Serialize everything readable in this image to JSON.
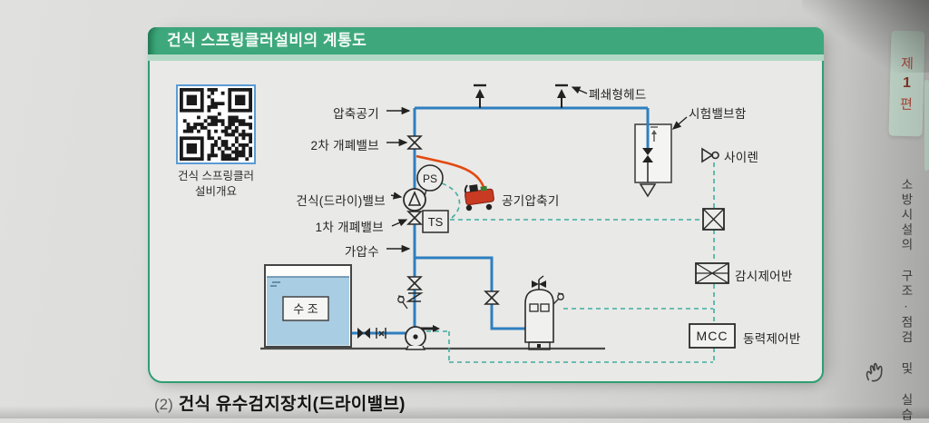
{
  "header": {
    "title": "건식 스프링클러설비의 계통도"
  },
  "qr": {
    "caption_line1": "건식 스프링클러",
    "caption_line2": "설비개요"
  },
  "diagram": {
    "labels": {
      "compressed_air": "압축공기",
      "secondary_valve": "2차 개폐밸브",
      "dry_valve": "건식(드라이)밸브",
      "primary_valve": "1차 개폐밸브",
      "pressurized_water": "가압수",
      "closed_head": "폐쇄형헤드",
      "test_valve_box": "시험밸브함",
      "siren": "사이렌",
      "air_compressor": "공기압축기",
      "monitor_panel": "감시제어반",
      "power_panel": "동력제어반"
    },
    "tags": {
      "ps": "PS",
      "ts": "TS",
      "mcc": "MCC",
      "water_tank": "수 조"
    },
    "colors": {
      "pipe_water": "#2e7fbf",
      "signal_line": "#3fae9f",
      "air_hose": "#e2490f",
      "tank_water": "#a9cde2",
      "accent_green": "#3ea87c"
    }
  },
  "sidebar": {
    "tab_part": "제",
    "tab_number": "1",
    "tab_unit": "편",
    "vertical_title": "소방시설의 구조·점검 및 실습"
  },
  "footer": {
    "index": "(2)",
    "title": "건식 유수검지장치(드라이밸브)"
  }
}
